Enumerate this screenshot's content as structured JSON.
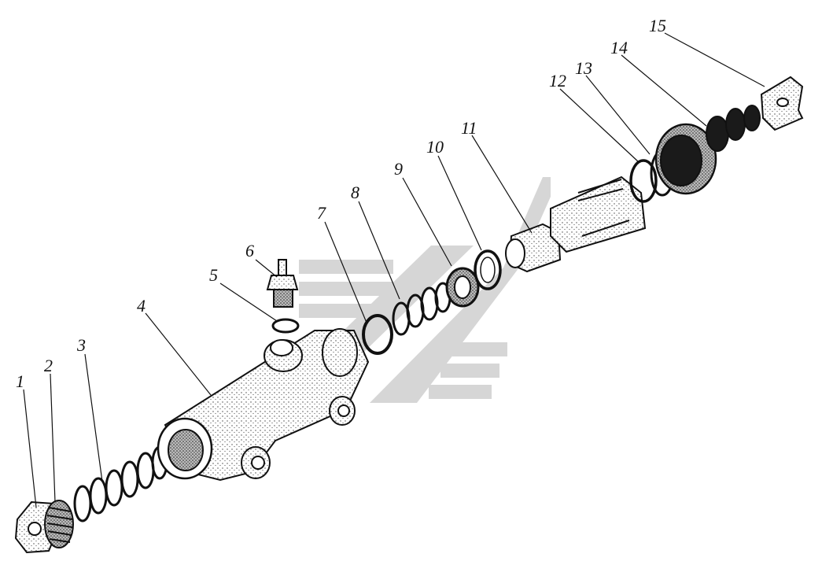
{
  "diagram": {
    "parts": [
      {
        "label": "1"
      },
      {
        "label": "2"
      },
      {
        "label": "3"
      },
      {
        "label": "4"
      },
      {
        "label": "5"
      },
      {
        "label": "6"
      },
      {
        "label": "7"
      },
      {
        "label": "8"
      },
      {
        "label": "9"
      },
      {
        "label": "10"
      },
      {
        "label": "11"
      },
      {
        "label": "12"
      },
      {
        "label": "13"
      },
      {
        "label": "14"
      },
      {
        "label": "15"
      }
    ]
  }
}
